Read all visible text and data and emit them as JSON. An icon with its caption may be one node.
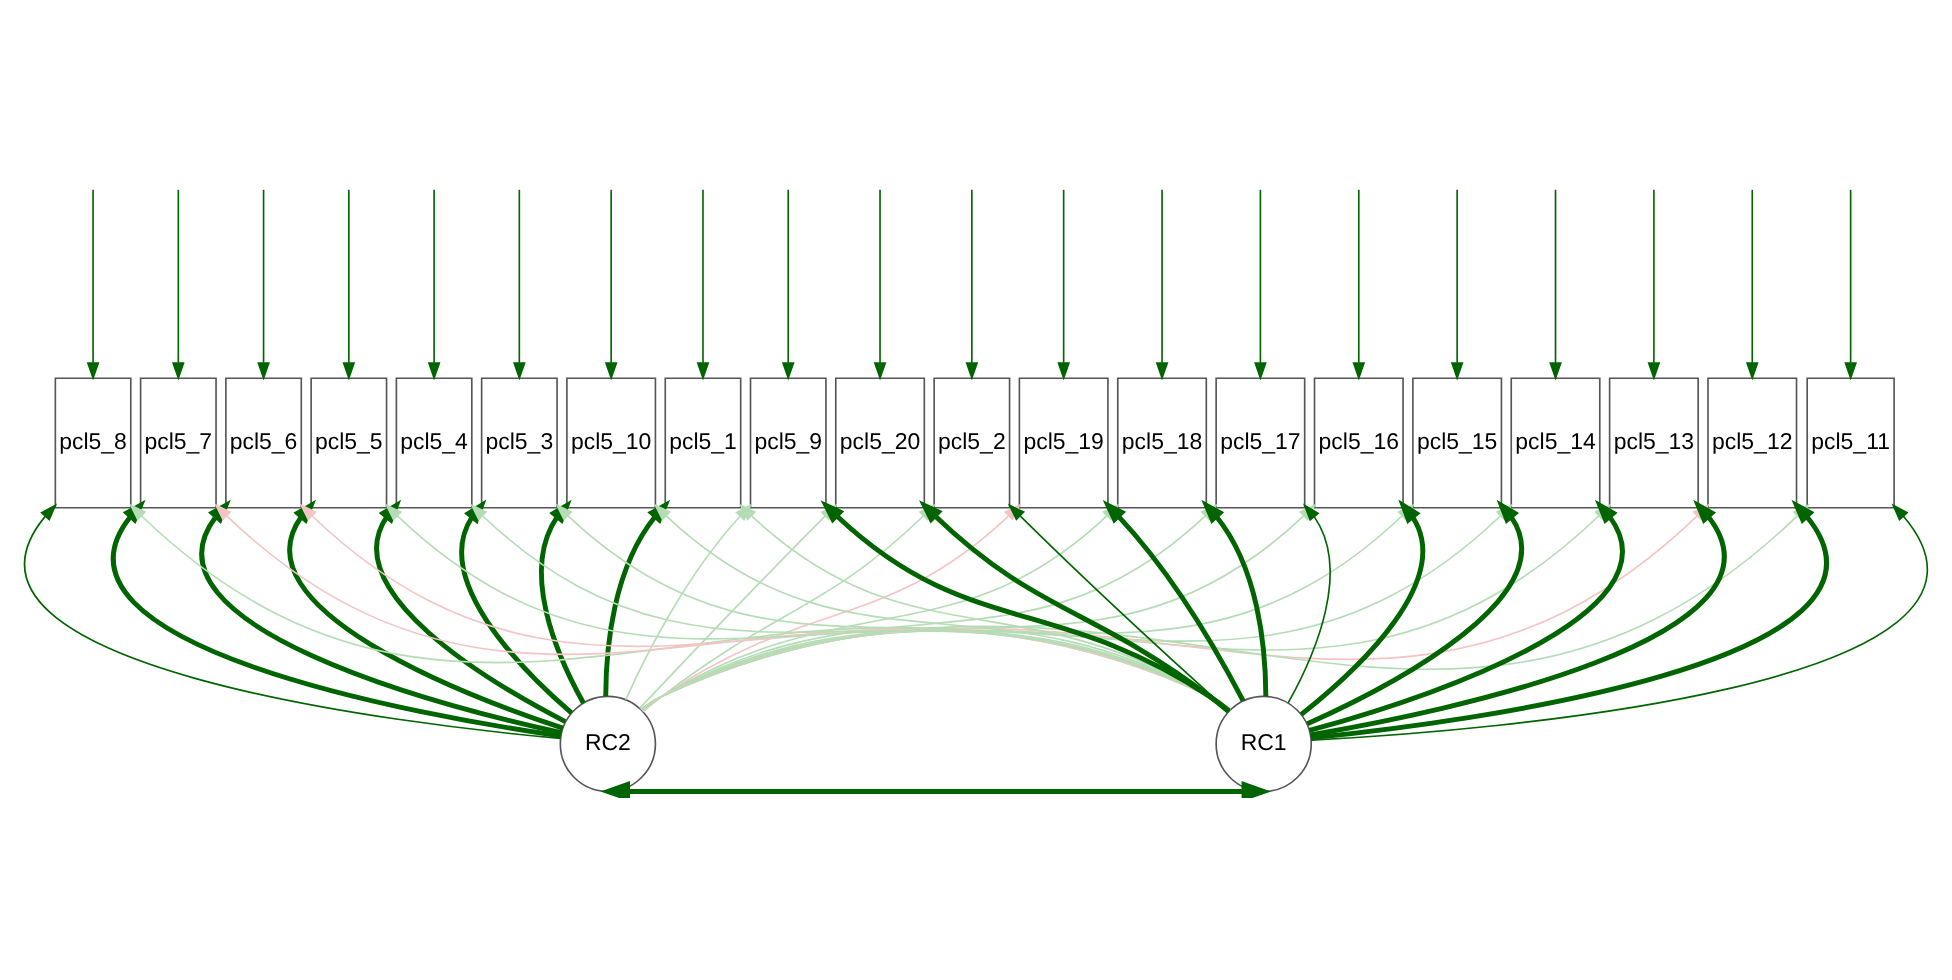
{
  "diagram": {
    "nodes": [
      {
        "text": [
          "pcl5_8"
        ]
      },
      {
        "text": [
          "pcl5_7"
        ]
      },
      {
        "text": [
          "pcl5_6"
        ]
      },
      {
        "text": [
          "pcl5_5"
        ]
      },
      {
        "text": [
          "pcl5_4"
        ]
      },
      {
        "text": [
          "pcl5_3"
        ]
      },
      {
        "text": [
          "pcl5_10"
        ]
      },
      {
        "text": [
          "pcl5_1"
        ]
      },
      {
        "text": [
          "pcl5_9"
        ]
      },
      {
        "text": [
          "pcl5_20"
        ]
      },
      {
        "text": [
          "pcl5_2"
        ]
      },
      {
        "text": [
          "pcl5_19"
        ]
      },
      {
        "text": [
          "pcl5_18"
        ]
      },
      {
        "text": [
          "pcl5_17"
        ]
      },
      {
        "text": [
          "pcl5_16"
        ]
      },
      {
        "text": [
          "pcl5_15"
        ]
      },
      {
        "text": [
          "pcl5_14"
        ]
      },
      {
        "text": [
          "pcl5_13"
        ]
      },
      {
        "text": [
          "pcl5_12"
        ]
      },
      {
        "text": [
          "pcl5_11"
        ]
      },
      {
        "text": [
          "RC2"
        ]
      },
      {
        "text": [
          "RC1"
        ]
      }
    ],
    "edges": [
      {
        "from": 20,
        "to": 0,
        "arrow": "to"
      },
      {
        "from": 20,
        "to": 1,
        "arrow": "to",
        "style": "thick"
      },
      {
        "from": 20,
        "to": 2,
        "arrow": "to",
        "style": "thick"
      },
      {
        "from": 20,
        "to": 3,
        "arrow": "to",
        "style": "thick"
      },
      {
        "from": 20,
        "to": 4,
        "arrow": "to",
        "style": "thick"
      },
      {
        "from": 20,
        "to": 5,
        "arrow": "to",
        "style": "thick"
      },
      {
        "from": 20,
        "to": 6,
        "arrow": "to",
        "style": "thick"
      },
      {
        "from": 20,
        "to": 7,
        "arrow": "to",
        "style": "thick"
      },
      {
        "from": 20,
        "to": 8,
        "arrow": "to",
        "color": "#b5dcb5"
      },
      {
        "from": 20,
        "to": 9,
        "arrow": "to",
        "color": "#b5dcb5"
      },
      {
        "from": 20,
        "to": 10,
        "arrow": "to",
        "color": "#b5dcb5"
      },
      {
        "from": 20,
        "to": 11,
        "arrow": "to",
        "color": "#f4c4c4"
      },
      {
        "from": 20,
        "to": 12,
        "arrow": "to",
        "color": "#b5dcb5"
      },
      {
        "from": 20,
        "to": 13,
        "arrow": "to",
        "color": "#b5dcb5"
      },
      {
        "from": 20,
        "to": 14,
        "arrow": "to",
        "color": "#b5dcb5"
      },
      {
        "from": 20,
        "to": 15,
        "arrow": "to",
        "color": "#b5dcb5"
      },
      {
        "from": 20,
        "to": 16,
        "arrow": "to",
        "color": "#b5dcb5"
      },
      {
        "from": 20,
        "to": 17,
        "arrow": "to",
        "color": "#b5dcb5"
      },
      {
        "from": 20,
        "to": 18,
        "arrow": "to",
        "color": "#f4c4c4"
      },
      {
        "from": 20,
        "to": 19,
        "arrow": "to",
        "color": "#b5dcb5"
      },
      {
        "from": 21,
        "to": 0,
        "arrow": "to",
        "color": "#b5dcb5"
      },
      {
        "from": 21,
        "to": 1,
        "arrow": "to",
        "color": "#f4c4c4"
      },
      {
        "from": 21,
        "to": 2,
        "arrow": "to",
        "color": "#f4c4c4"
      },
      {
        "from": 21,
        "to": 3,
        "arrow": "to",
        "color": "#b5dcb5"
      },
      {
        "from": 21,
        "to": 4,
        "arrow": "to",
        "color": "#b5dcb5"
      },
      {
        "from": 21,
        "to": 5,
        "arrow": "to",
        "color": "#b5dcb5"
      },
      {
        "from": 21,
        "to": 6,
        "arrow": "to",
        "color": "#b5dcb5"
      },
      {
        "from": 21,
        "to": 7,
        "arrow": "to",
        "color": "#b5dcb5"
      },
      {
        "from": 21,
        "to": 8,
        "arrow": "to",
        "style": "thick"
      },
      {
        "from": 21,
        "to": 9,
        "arrow": "to",
        "style": "thick"
      },
      {
        "from": 21,
        "to": 10,
        "arrow": "to"
      },
      {
        "from": 21,
        "to": 11,
        "arrow": "to",
        "style": "thick"
      },
      {
        "from": 21,
        "to": 12,
        "arrow": "to",
        "style": "thick"
      },
      {
        "from": 21,
        "to": 13,
        "arrow": "to"
      },
      {
        "from": 21,
        "to": 14,
        "arrow": "to",
        "style": "thick"
      },
      {
        "from": 21,
        "to": 15,
        "arrow": "to",
        "style": "thick"
      },
      {
        "from": 21,
        "to": 16,
        "arrow": "to",
        "style": "thick"
      },
      {
        "from": 21,
        "to": 17,
        "arrow": "to",
        "style": "thick"
      },
      {
        "from": 21,
        "to": 18,
        "arrow": "to",
        "style": "thick"
      },
      {
        "from": 21,
        "to": 19,
        "arrow": "to"
      },
      {
        "from": null,
        "to": 0,
        "arrow": "to"
      },
      {
        "from": null,
        "to": 1,
        "arrow": "to"
      },
      {
        "from": null,
        "to": 2,
        "arrow": "to"
      },
      {
        "from": null,
        "to": 3,
        "arrow": "to"
      },
      {
        "from": null,
        "to": 4,
        "arrow": "to"
      },
      {
        "from": null,
        "to": 5,
        "arrow": "to"
      },
      {
        "from": null,
        "to": 6,
        "arrow": "to"
      },
      {
        "from": null,
        "to": 7,
        "arrow": "to"
      },
      {
        "from": null,
        "to": 8,
        "arrow": "to"
      },
      {
        "from": null,
        "to": 9,
        "arrow": "to"
      },
      {
        "from": null,
        "to": 10,
        "arrow": "to"
      },
      {
        "from": null,
        "to": 11,
        "arrow": "to"
      },
      {
        "from": null,
        "to": 12,
        "arrow": "to"
      },
      {
        "from": null,
        "to": 13,
        "arrow": "to"
      },
      {
        "from": null,
        "to": 14,
        "arrow": "to"
      },
      {
        "from": null,
        "to": 15,
        "arrow": "to"
      },
      {
        "from": null,
        "to": 16,
        "arrow": "to"
      },
      {
        "from": null,
        "to": 17,
        "arrow": "to"
      },
      {
        "from": null,
        "to": 18,
        "arrow": "to"
      },
      {
        "from": null,
        "to": 19,
        "arrow": "to"
      },
      {
        "from": 20,
        "to": 21,
        "arrow": "both",
        "style": "thick"
      }
    ]
  }
}
